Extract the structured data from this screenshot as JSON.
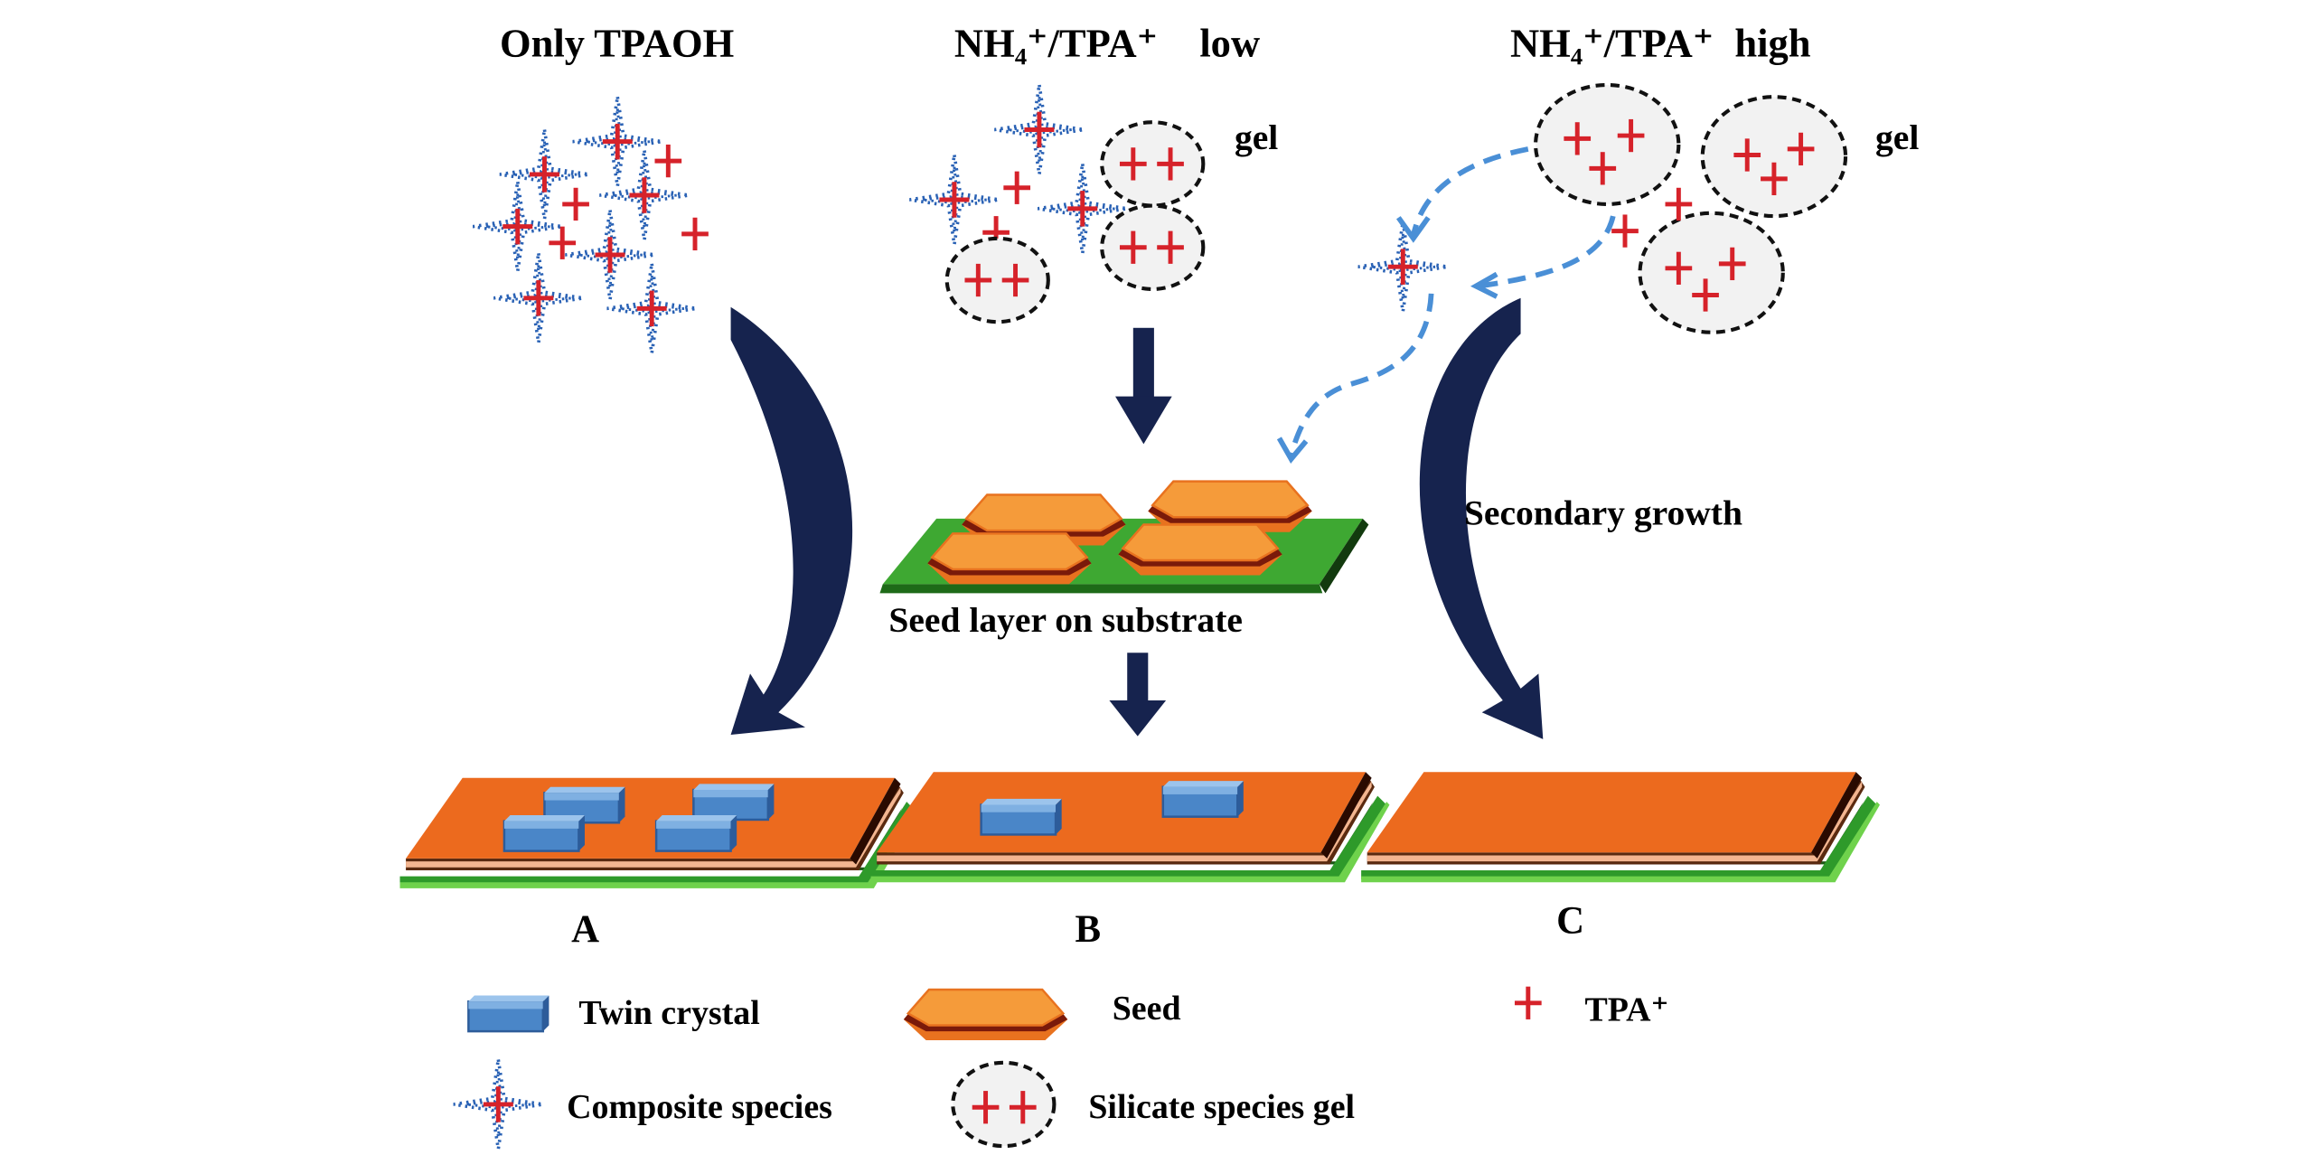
{
  "columns": [
    {
      "heading": "Only TPAOH",
      "result_label": "A"
    },
    {
      "heading_main": "NH₄⁺/TPA⁺",
      "heading_suffix": "low",
      "gel_label": "gel",
      "result_label": "B"
    },
    {
      "heading_main": "NH₄⁺/TPA⁺",
      "heading_suffix": "high",
      "gel_label": "gel",
      "result_label": "C"
    }
  ],
  "seed_layer_label": "Seed layer on substrate",
  "secondary_growth_label": "Secondary growth",
  "legend": {
    "twin_crystal": "Twin crystal",
    "seed": "Seed",
    "tpa": "TPA⁺",
    "composite_species": "Composite species",
    "silicate_gel": "Silicate species gel"
  },
  "colors": {
    "arrow_navy": "#16234e",
    "dashed_arrow_blue": "#4a8fd6",
    "tpa_red": "#d6222a",
    "composite_dots_blue": "#2a62b5",
    "film_orange": "#ec6a1e",
    "seed_orange": "#f59b3a",
    "seed_edge_brown": "#7a1a0a",
    "substrate_green": "#2e9a2a",
    "twin_crystal_blue": "#4a86c8",
    "gel_fill": "#f2f2f2"
  }
}
